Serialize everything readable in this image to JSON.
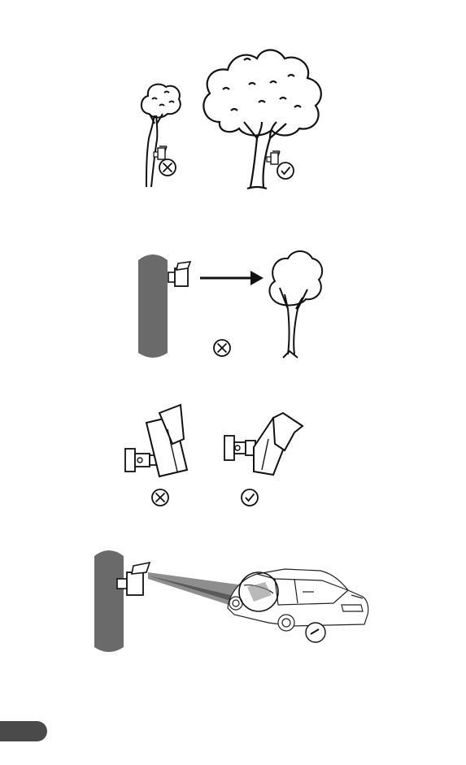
{
  "page": {
    "tab_label": ""
  },
  "figures": [
    {
      "id": "tree-mounting",
      "marks": [
        "incorrect",
        "correct"
      ]
    },
    {
      "id": "view-obstruction",
      "marks": [
        "incorrect"
      ]
    },
    {
      "id": "camera-tilt",
      "marks": [
        "incorrect",
        "correct"
      ]
    },
    {
      "id": "car-monitoring",
      "marks": []
    }
  ],
  "colors": {
    "line": "#111111",
    "post_fill": "#6a6a6a",
    "tab_fill": "#4a4a4a"
  }
}
